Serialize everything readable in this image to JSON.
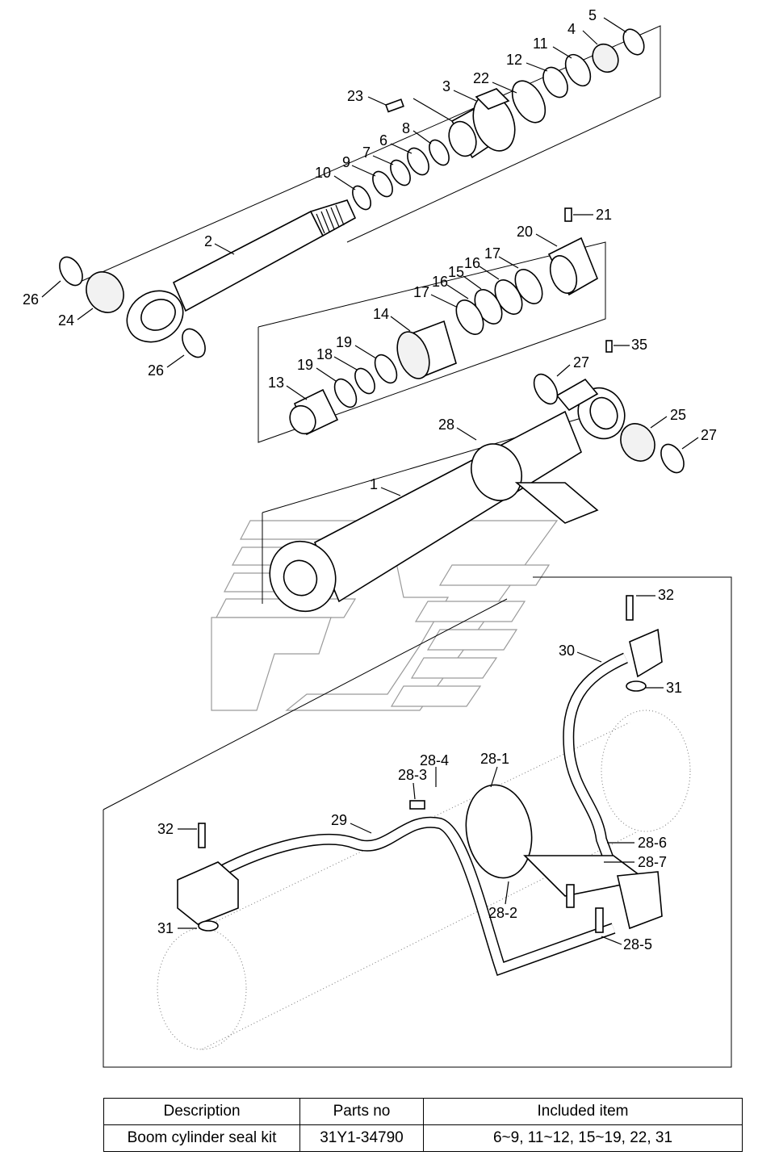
{
  "callouts": [
    "1",
    "2",
    "3",
    "4",
    "5",
    "6",
    "7",
    "8",
    "9",
    "10",
    "11",
    "12",
    "13",
    "14",
    "15",
    "16",
    "16",
    "17",
    "17",
    "18",
    "19",
    "19",
    "20",
    "21",
    "22",
    "23",
    "24",
    "25",
    "26",
    "26",
    "27",
    "27",
    "28",
    "28-1",
    "28-2",
    "28-3",
    "28-4",
    "28-5",
    "28-6",
    "28-7",
    "29",
    "30",
    "31",
    "31",
    "32",
    "32",
    "35"
  ],
  "table": {
    "headers": [
      "Description",
      "Parts no",
      "Included item"
    ],
    "rows": [
      [
        "Boom cylinder seal kit",
        "31Y1-34790",
        "6~9, 11~12, 15~19, 22, 31"
      ]
    ]
  }
}
